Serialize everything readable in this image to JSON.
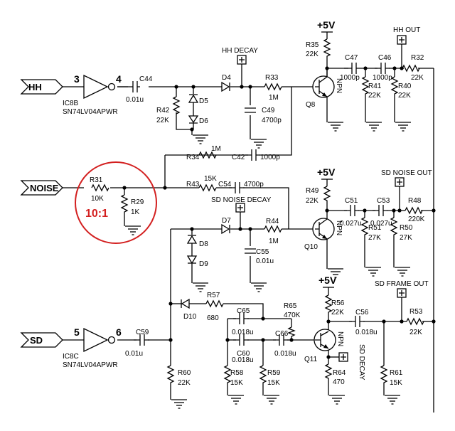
{
  "ports": {
    "hh": "HH",
    "noise": "NOISE",
    "sd": "SD"
  },
  "power": {
    "p1": "+5V",
    "p2": "+5V",
    "p3": "+5V"
  },
  "outputs": {
    "hh_out": "HH OUT",
    "sd_noise_out": "SD NOISE OUT",
    "sd_frame_out": "SD FRAME OUT"
  },
  "controls": {
    "hh_decay": "HH DECAY",
    "sd_noise_decay": "SD NOISE DECAY",
    "sd_decay": "SD DECAY"
  },
  "ics": {
    "ic8b_ref": "IC8B",
    "ic8b_part": "SN74LV04APWR",
    "ic8b_in": "3",
    "ic8b_out": "4",
    "ic8c_ref": "IC8C",
    "ic8c_part": "SN74LV04APWR",
    "ic8c_in": "5",
    "ic8c_out": "6"
  },
  "transistors": {
    "q8": "Q8",
    "q10": "Q10",
    "q11": "Q11",
    "npn": "NPN"
  },
  "resistors": {
    "r29": "R29",
    "r29_v": "1K",
    "r31": "R31",
    "r31_v": "10K",
    "r32": "R32",
    "r32_v": "22K",
    "r33": "R33",
    "r33_v": "1M",
    "r34": "R34",
    "r34_v": "1M",
    "r35": "R35",
    "r35_v": "22K",
    "r40": "R40",
    "r40_v": "22K",
    "r41": "R41",
    "r41_v": "22K",
    "r42": "R42",
    "r42_v": "22K",
    "r43": "R43",
    "r43_v": "15K",
    "r44": "R44",
    "r44_v": "1M",
    "r48": "R48",
    "r48_v": "220K",
    "r49": "R49",
    "r49_v": "22K",
    "r50": "R50",
    "r50_v": "27K",
    "r51": "R51",
    "r51_v": "27K",
    "r53": "R53",
    "r53_v": "22K",
    "r56": "R56",
    "r56_v": "22K",
    "r57": "R57",
    "r57_v": "680",
    "r58": "R58",
    "r58_v": "15K",
    "r59": "R59",
    "r59_v": "15K",
    "r60": "R60",
    "r60_v": "22K",
    "r61": "R61",
    "r61_v": "15K",
    "r64": "R64",
    "r64_v": "470",
    "r65": "R65",
    "r65_v": "470K"
  },
  "capacitors": {
    "c42": "C42",
    "c42_v": "1000p",
    "c44": "C44",
    "c44_v": "0.01u",
    "c46": "C46",
    "c46_v": "1000p",
    "c47": "C47",
    "c47_v": "1000p",
    "c49": "C49",
    "c49_v": "4700p",
    "c51": "C51",
    "c51_v": "0.027u",
    "c53": "C53",
    "c53_v": "0.027u",
    "c54": "C54",
    "c54_v": "4700p",
    "c55": "C55",
    "c55_v": "0.01u",
    "c56": "C56",
    "c56_v": "0.018u",
    "c59": "C59",
    "c59_v": "0.01u",
    "c60": "C60",
    "c60_v": "0.018u",
    "c65": "C65",
    "c65_v": "0.018u",
    "c66": "C66",
    "c66_v": "0.018u"
  },
  "diodes": {
    "d4": "D4",
    "d5": "D5",
    "d6": "D6",
    "d7": "D7",
    "d8": "D8",
    "d9": "D9",
    "d10": "D10"
  },
  "annotation": {
    "ratio": "10:1"
  }
}
